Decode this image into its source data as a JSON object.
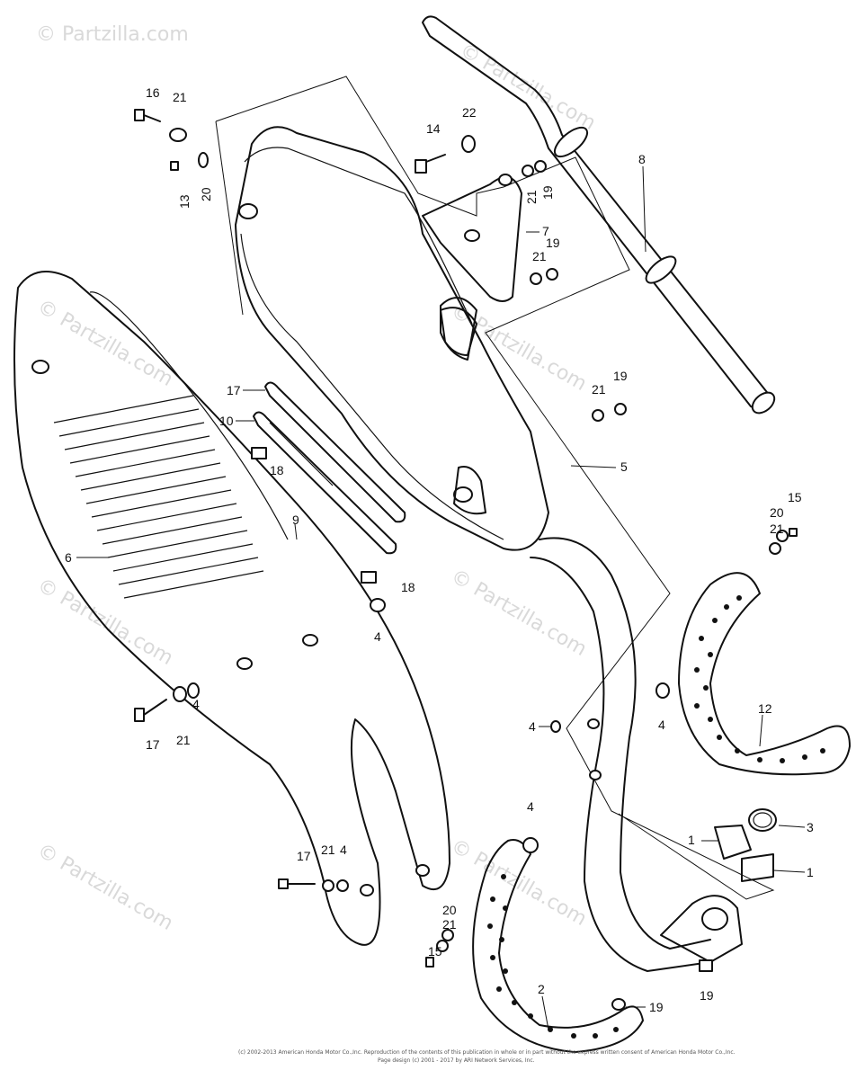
{
  "watermark": "© Partzilla.com",
  "callouts": {
    "c16": "16",
    "c21a": "21",
    "c13": "13",
    "c20a": "20",
    "c14": "14",
    "c22": "22",
    "c21b": "21",
    "c19a": "19",
    "c8": "8",
    "c7": "7",
    "c21c": "21",
    "c19b": "19",
    "c21d": "21",
    "c19c": "19",
    "c5": "5",
    "c17a": "17",
    "c10": "10",
    "c18a": "18",
    "c9": "9",
    "c18b": "18",
    "c4a": "4",
    "c6": "6",
    "c15a": "15",
    "c20b": "20",
    "c21e": "21",
    "c12": "12",
    "c17b": "17",
    "c21f": "21",
    "c4b": "4",
    "c4c": "4",
    "c4d": "4",
    "c4e": "4",
    "c3": "3",
    "c1a": "1",
    "c1b": "1",
    "c17c": "17",
    "c21g": "21",
    "c4f": "4",
    "c20c": "20",
    "c21h": "21",
    "c15b": "15",
    "c2": "2",
    "c19d": "19",
    "c19e": "19"
  },
  "footer": {
    "line1": "(c) 2002-2013 American Honda Motor Co.,Inc. Reproduction of the contents of this publication in whole or in part without the express written consent of American Honda Motor Co.,Inc.",
    "line2": "Page design (c) 2001 - 2017 by ARI Network Services, Inc."
  }
}
